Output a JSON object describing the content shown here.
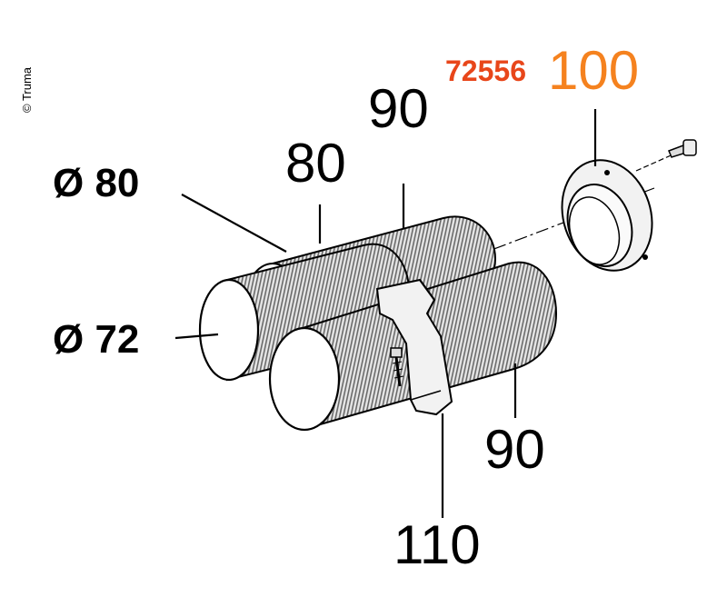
{
  "copyright": "© Truma",
  "part_number": "72556",
  "labels": {
    "dia_80": "Ø 80",
    "dia_72": "Ø 72",
    "len_80": "80",
    "len_90_top": "90",
    "len_90_bottom": "90",
    "len_100": "100",
    "len_110": "110"
  },
  "colors": {
    "part_number": "#e8461a",
    "len_100": "#f5821f",
    "lines": "#000000",
    "pipe_shade": "#bdbdbd"
  }
}
